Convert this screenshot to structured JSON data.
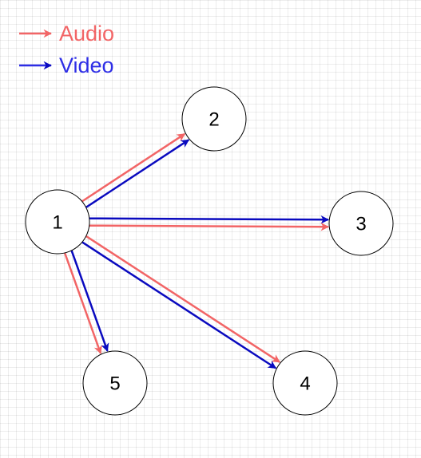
{
  "colors": {
    "audio": "#F26566",
    "video": "#0A0ABF",
    "video_legend": "#2E2EE6",
    "node_stroke": "#000000",
    "node_fill": "#FFFFFF"
  },
  "legend": [
    {
      "label": "Audio",
      "stream": "audio"
    },
    {
      "label": "Video",
      "stream": "video"
    }
  ],
  "nodes": [
    {
      "id": "1",
      "label": "1"
    },
    {
      "id": "2",
      "label": "2"
    },
    {
      "id": "3",
      "label": "3"
    },
    {
      "id": "4",
      "label": "4"
    },
    {
      "id": "5",
      "label": "5"
    }
  ],
  "edges": [
    {
      "from": "1",
      "to": "2",
      "stream": "audio"
    },
    {
      "from": "1",
      "to": "2",
      "stream": "video"
    },
    {
      "from": "1",
      "to": "3",
      "stream": "video"
    },
    {
      "from": "1",
      "to": "3",
      "stream": "audio"
    },
    {
      "from": "1",
      "to": "4",
      "stream": "audio"
    },
    {
      "from": "1",
      "to": "4",
      "stream": "video"
    },
    {
      "from": "1",
      "to": "5",
      "stream": "video"
    },
    {
      "from": "1",
      "to": "5",
      "stream": "audio"
    }
  ]
}
